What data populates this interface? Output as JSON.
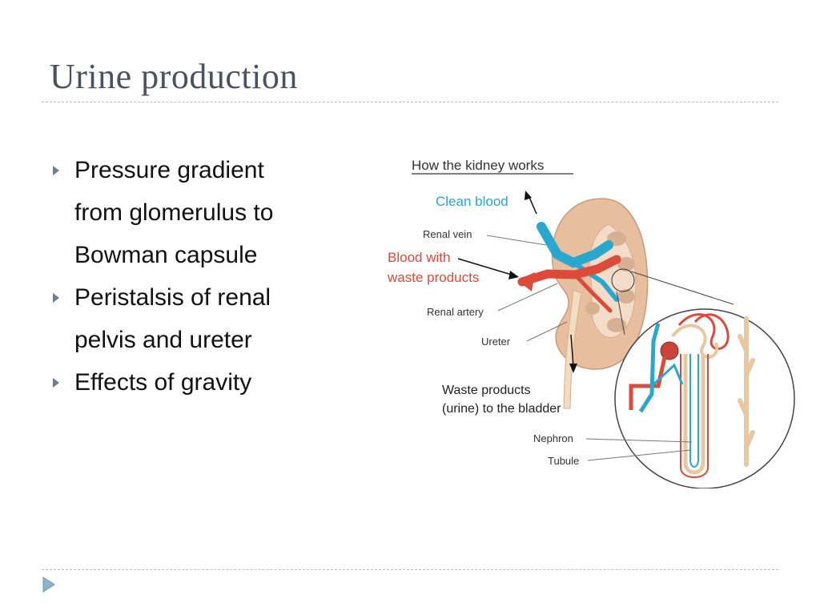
{
  "slide": {
    "title": "Urine production",
    "bullets": [
      {
        "lines": [
          "Pressure gradient",
          "from glomerulus to",
          "Bowman capsule"
        ]
      },
      {
        "lines": [
          "Peristalsis of renal",
          "pelvis  and ureter"
        ]
      },
      {
        "lines": [
          "Effects of gravity"
        ]
      }
    ]
  },
  "diagram": {
    "title": "How the kidney works",
    "labels": {
      "clean_blood": "Clean blood",
      "renal_vein": "Renal vein",
      "blood_with_line1": "Blood with",
      "blood_with_line2": "waste products",
      "renal_artery": "Renal artery",
      "ureter": "Ureter",
      "waste_line1": "Waste products",
      "waste_line2": "(urine) to the bladder",
      "nephron": "Nephron",
      "tubule": "Tubule"
    },
    "colors": {
      "vein_blue": "#2aa7cf",
      "artery_red": "#dd4a3a",
      "kidney_tan": "#e8bf9e",
      "label_blue": "#2aa4d2",
      "label_red": "#e0473a"
    }
  },
  "icons": {
    "bullet": "triangle-right-icon",
    "nav": "next-slide-icon"
  }
}
